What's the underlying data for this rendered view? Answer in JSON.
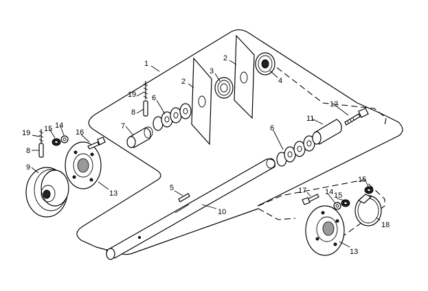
{
  "callouts": [
    {
      "id": "c1",
      "label": "1"
    },
    {
      "id": "c2a",
      "label": "2"
    },
    {
      "id": "c2b",
      "label": "2"
    },
    {
      "id": "c3",
      "label": "3"
    },
    {
      "id": "c4",
      "label": "4"
    },
    {
      "id": "c5",
      "label": "5"
    },
    {
      "id": "c6a",
      "label": "6"
    },
    {
      "id": "c6b",
      "label": "6"
    },
    {
      "id": "c7",
      "label": "7"
    },
    {
      "id": "c8a",
      "label": "8"
    },
    {
      "id": "c8b",
      "label": "8"
    },
    {
      "id": "c9",
      "label": "9"
    },
    {
      "id": "c10",
      "label": "10"
    },
    {
      "id": "c11",
      "label": "11"
    },
    {
      "id": "c12",
      "label": "12"
    },
    {
      "id": "c13a",
      "label": "13"
    },
    {
      "id": "c13b",
      "label": "13"
    },
    {
      "id": "c14a",
      "label": "14"
    },
    {
      "id": "c14b",
      "label": "14"
    },
    {
      "id": "c15a",
      "label": "15"
    },
    {
      "id": "c15b",
      "label": "15"
    },
    {
      "id": "c15c",
      "label": "15"
    },
    {
      "id": "c16",
      "label": "16"
    },
    {
      "id": "c17",
      "label": "17"
    },
    {
      "id": "c18",
      "label": "18"
    },
    {
      "id": "c19a",
      "label": "19"
    },
    {
      "id": "c19b",
      "label": "19"
    }
  ],
  "colors": {
    "ink": "#000000",
    "paper": "#ffffff",
    "shade": "#222222"
  }
}
